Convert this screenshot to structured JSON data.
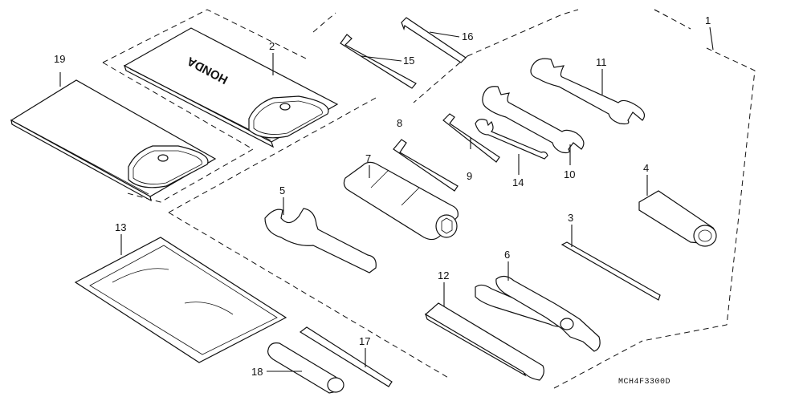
{
  "diagram": {
    "code": "MCH4F3300D",
    "brand_text": "HONDA",
    "parts": [
      {
        "id": "1"
      },
      {
        "id": "2"
      },
      {
        "id": "3"
      },
      {
        "id": "4"
      },
      {
        "id": "5"
      },
      {
        "id": "6"
      },
      {
        "id": "7"
      },
      {
        "id": "8"
      },
      {
        "id": "9"
      },
      {
        "id": "10"
      },
      {
        "id": "11"
      },
      {
        "id": "12"
      },
      {
        "id": "13"
      },
      {
        "id": "14"
      },
      {
        "id": "15"
      },
      {
        "id": "16"
      },
      {
        "id": "17"
      },
      {
        "id": "18"
      },
      {
        "id": "19"
      }
    ]
  }
}
